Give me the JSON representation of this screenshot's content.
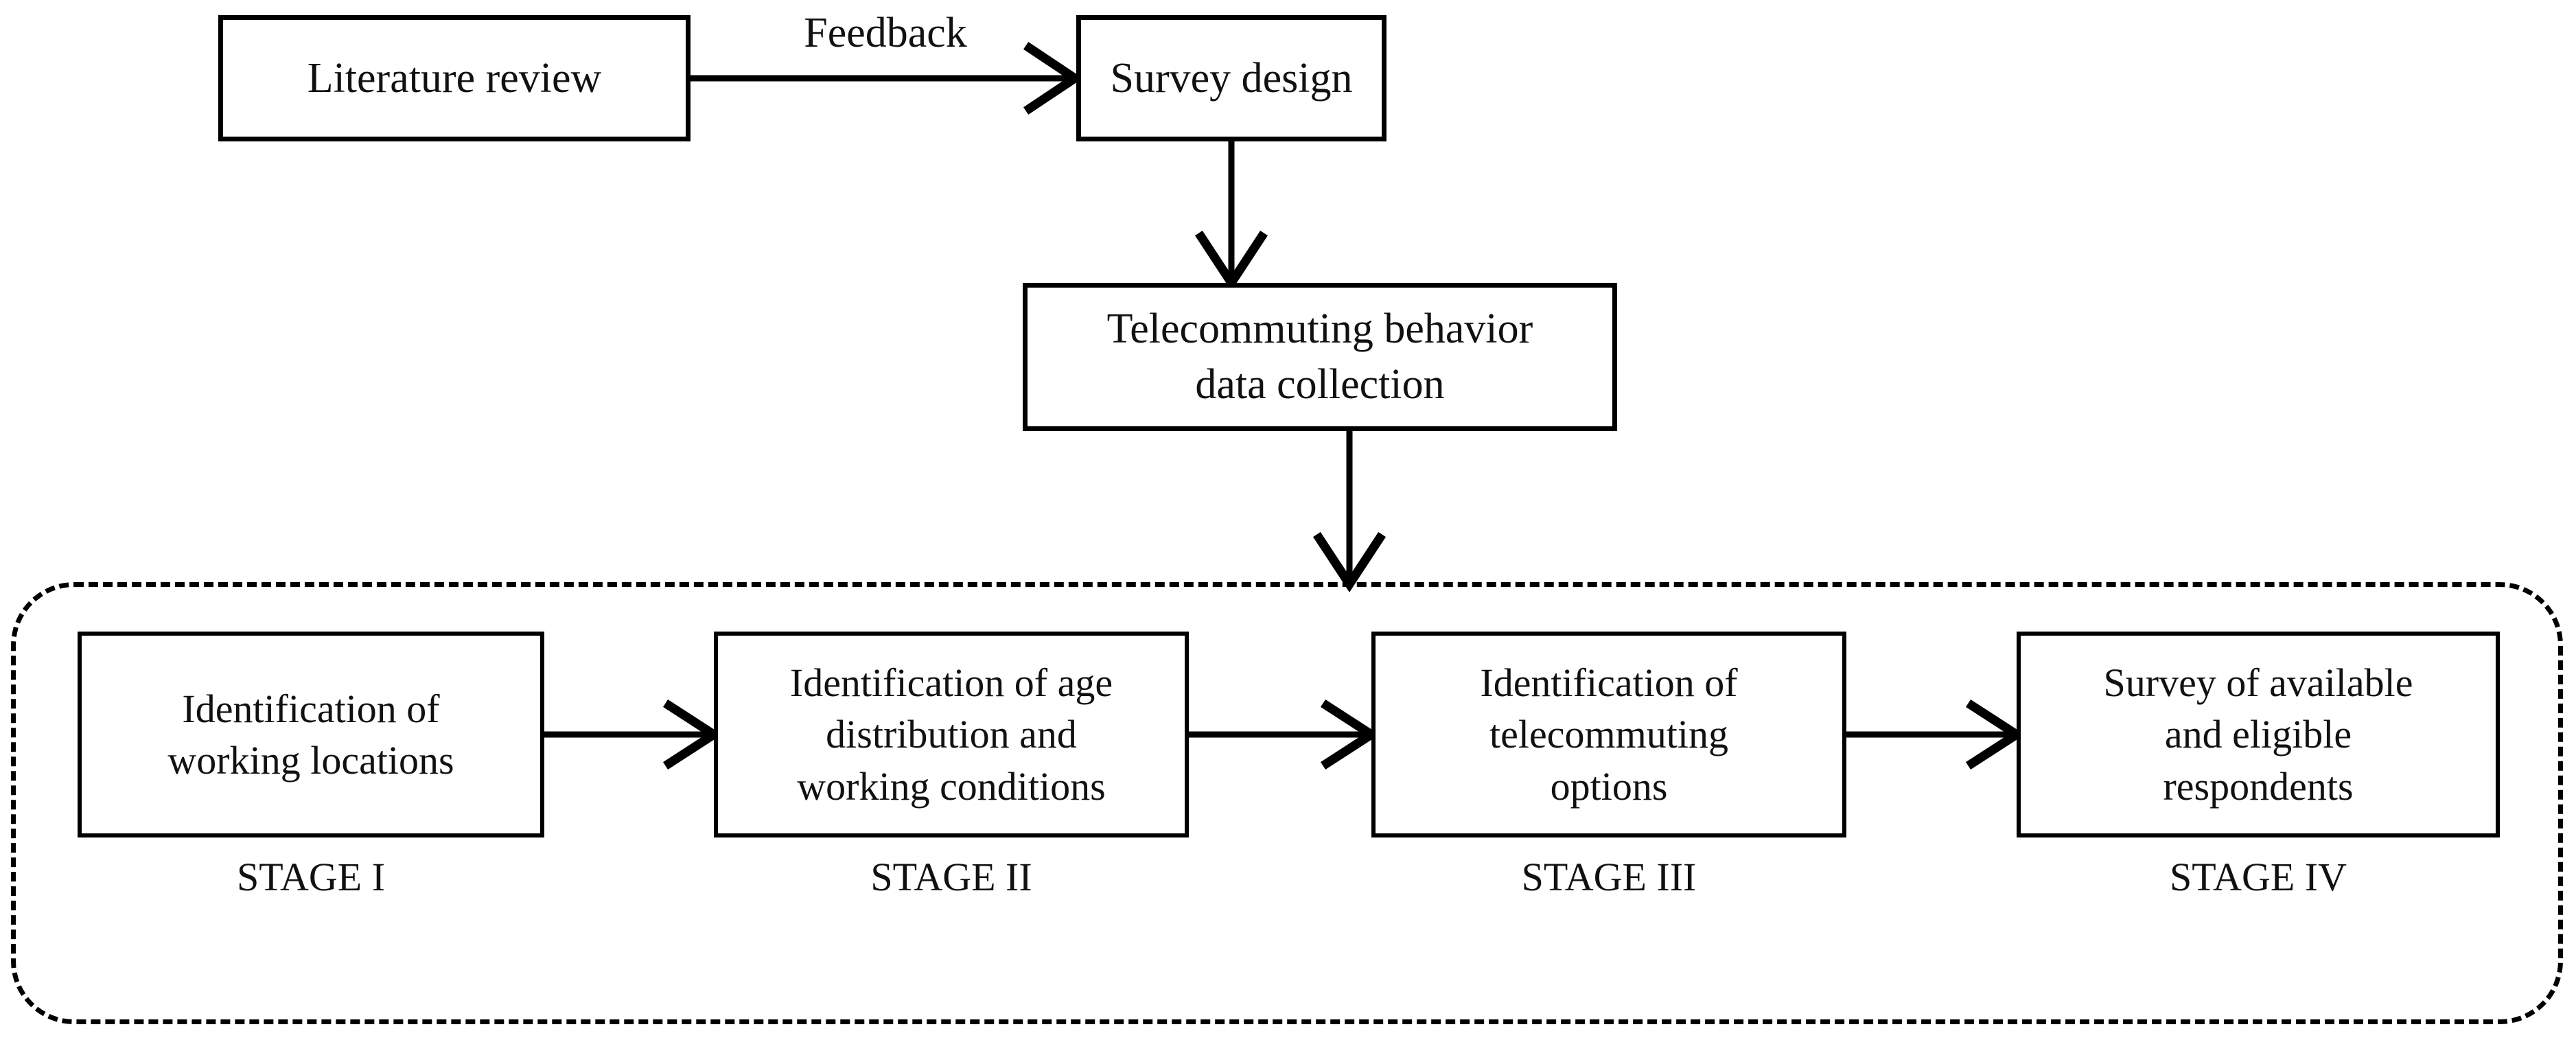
{
  "diagram": {
    "title": "Telecommuting survey methodology flowchart",
    "background_color": "#ffffff",
    "line_color": "#000000",
    "text_color": "#111111"
  },
  "nodes": {
    "literature_review": {
      "label": "Literature review"
    },
    "survey_design": {
      "label": "Survey design"
    },
    "data_collection": {
      "label": "Telecommuting behavior\ndata collection"
    },
    "stage_1": {
      "label": "Identification of\nworking locations"
    },
    "stage_2": {
      "label": "Identification of age\ndistribution and\nworking conditions"
    },
    "stage_3": {
      "label": "Identification of\ntelecommuting\noptions"
    },
    "stage_4": {
      "label": "Survey of available\nand eligible\nrespondents"
    }
  },
  "captions": {
    "stage_1": "STAGE I",
    "stage_2": "STAGE II",
    "stage_3": "STAGE III",
    "stage_4": "STAGE IV"
  },
  "edges": {
    "feedback_label": "Feedback"
  }
}
